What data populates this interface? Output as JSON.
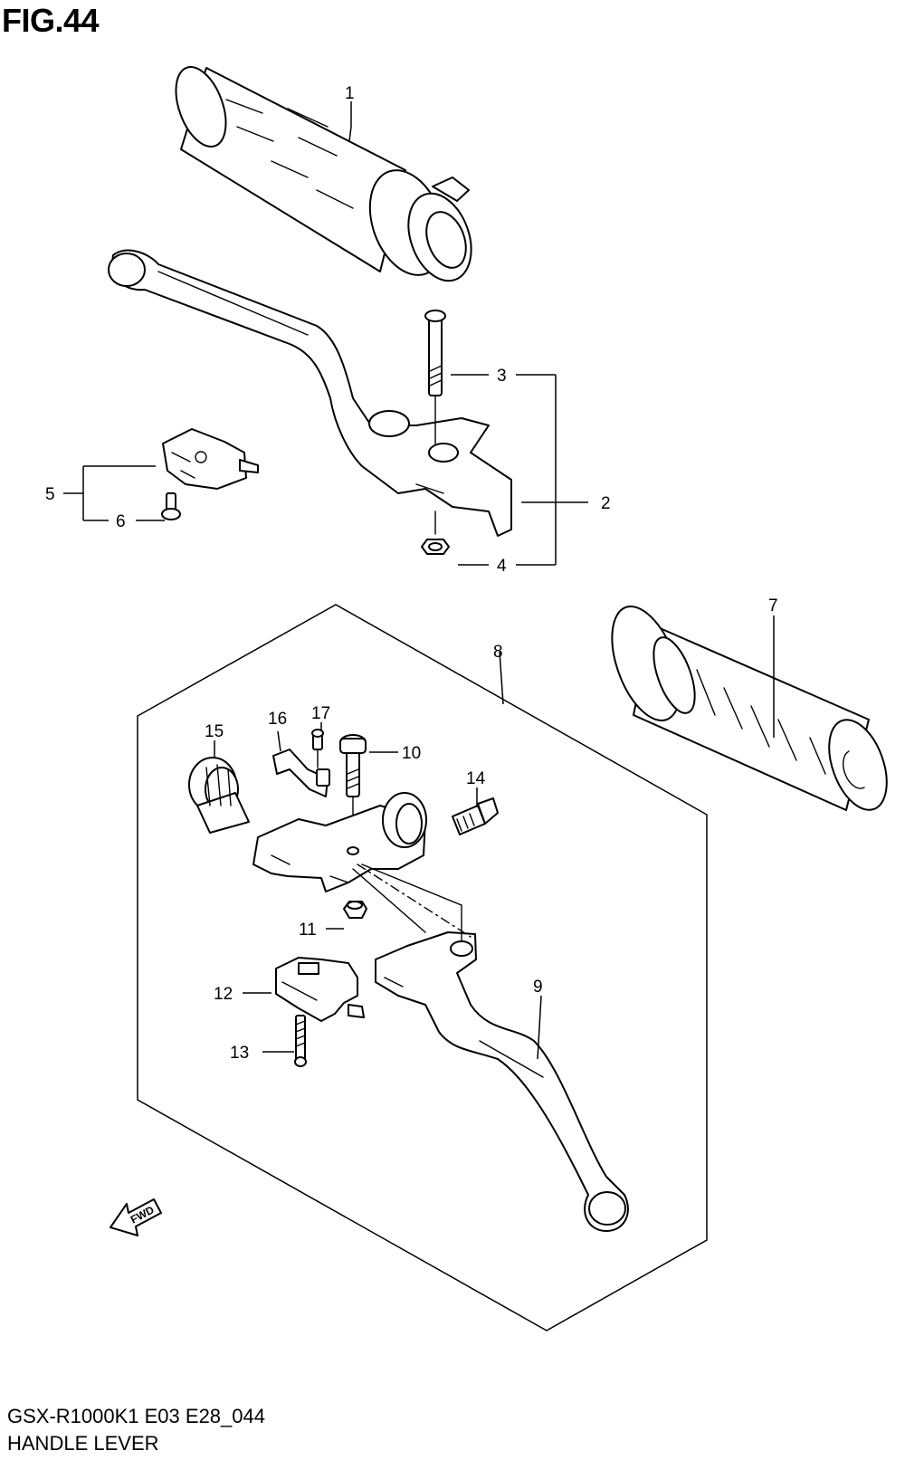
{
  "figure_title": "FIG.44",
  "footer": {
    "model_code": "GSX-R1000K1 E03 E28_044",
    "section_name": "HANDLE LEVER"
  },
  "fwd_label": "FWD",
  "callouts": [
    "1",
    "2",
    "3",
    "4",
    "5",
    "6",
    "7",
    "8",
    "9",
    "10",
    "11",
    "12",
    "13",
    "14",
    "15",
    "16",
    "17"
  ]
}
